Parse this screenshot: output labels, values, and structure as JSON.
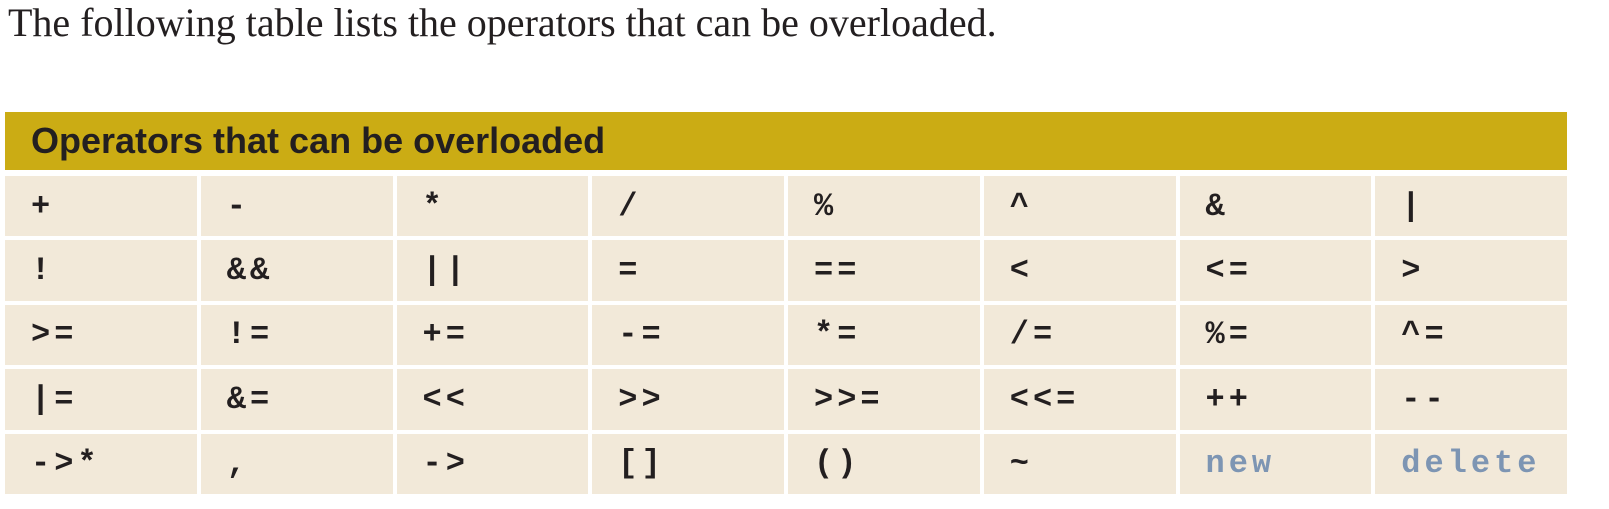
{
  "intro_text": "The following table lists the operators that can be overloaded.",
  "table": {
    "title": "Operators that can be overloaded",
    "header_color": "#cbac14",
    "cell_color": "#f2e9d9",
    "keyword_color": "#7d95b3",
    "rows": [
      [
        "+",
        "-",
        "*",
        "/",
        "%",
        "^",
        "&",
        "|"
      ],
      [
        "!",
        "&&",
        "||",
        "=",
        "==",
        "<",
        "<=",
        ">"
      ],
      [
        ">=",
        "!=",
        "+=",
        "-=",
        "*=",
        "/=",
        "%=",
        "^="
      ],
      [
        "|=",
        "&=",
        "<<",
        ">>",
        ">>=",
        "<<=",
        "++",
        "--"
      ],
      [
        "->*",
        ",",
        "->",
        "[]",
        "()",
        "~",
        "new",
        "delete"
      ]
    ]
  }
}
